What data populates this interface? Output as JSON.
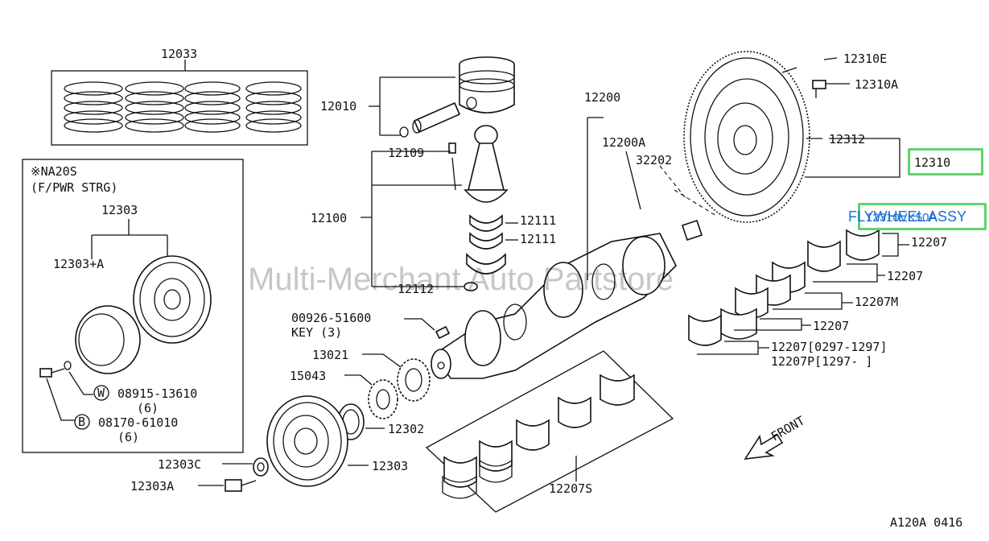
{
  "watermark": "Multi-Merchant Auto Partstore",
  "figure_code": "A120A 0416",
  "front_label": "FRONT",
  "highlight": {
    "part_no": "12310",
    "catalog_no": "12310VK50A",
    "description": "FLYWHEEL ASSY",
    "accent_color": "#5fd36a",
    "text_color": "#1a6fd6"
  },
  "inset": {
    "note_line1": "※NA20S",
    "note_line2": "(F/PWR STRG)"
  },
  "labels": {
    "l12033": "12033",
    "l12010": "12010",
    "l12109": "12109",
    "l12100": "12100",
    "l12111a": "12111",
    "l12111b": "12111",
    "l12112": "12112",
    "l12200": "12200",
    "l12200a": "12200A",
    "l32202": "32202",
    "l12310e": "12310E",
    "l12310a": "12310A",
    "l12312": "12312",
    "l12207a": "12207",
    "l12207b": "12207",
    "l12207m": "12207M",
    "l12207c": "12207",
    "l12207d": "12207[0297-1297]",
    "l12207p": "12207P[1297-      ]",
    "l12303": "12303",
    "l12303pa": "12303+A",
    "l0892651600": "00926-51600",
    "lkey": "KEY (3)",
    "l13021": "13021",
    "l15043": "15043",
    "l12302": "12302",
    "l12303b": "12303",
    "l12303c": "12303C",
    "l12303ab": "12303A",
    "l12207s": "12207S",
    "l0891513610": "08915-13610",
    "lqty6a": "(6)",
    "l0817061010": "08170-61010",
    "lqty6b": "(6)",
    "lw": "W",
    "lb": "B"
  }
}
